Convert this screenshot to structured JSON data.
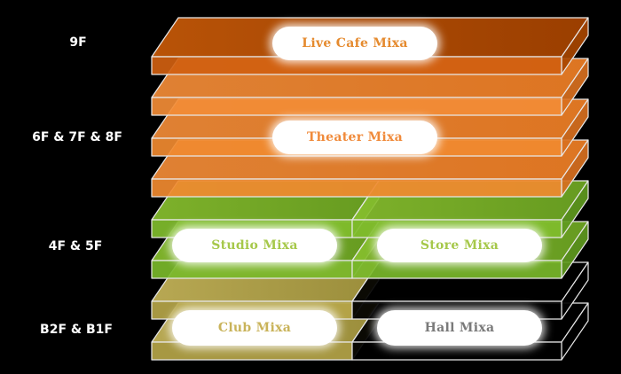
{
  "floors": {
    "f9": "9F",
    "f6_8": "6F & 7F & 8F",
    "f4_5": "4F & 5F",
    "b2_b1": "B2F & B1F"
  },
  "venues": {
    "live_cafe": {
      "label": "Live Cafe Mixa",
      "text_color": "#e58a2e"
    },
    "theater": {
      "label": "Theater Mixa",
      "text_color": "#f08a3a"
    },
    "studio": {
      "label": "Studio Mixa",
      "text_color": "#a6c84a"
    },
    "store": {
      "label": "Store Mixa",
      "text_color": "#a6c84a"
    },
    "club": {
      "label": "Club Mixa",
      "text_color": "#c9b35a"
    },
    "hall": {
      "label": "Hall Mixa",
      "text_color": "#7a7a7a"
    }
  },
  "colors": {
    "orange_dark": "#b84c00",
    "orange": "#f08a30",
    "green": "#7ab82a",
    "olive": "#b8a84a",
    "black_slab": "#000000",
    "outline": "#e8e8e8"
  }
}
